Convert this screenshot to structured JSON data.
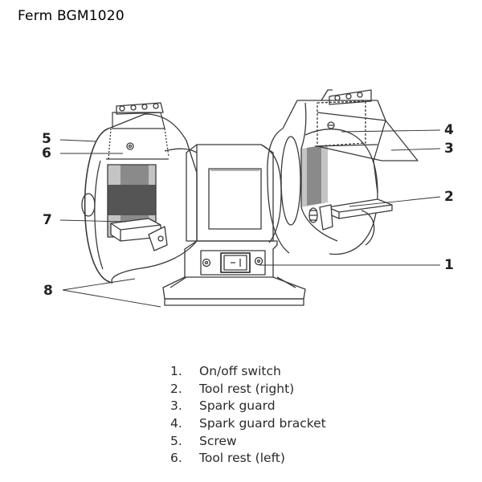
{
  "title": "Ferm BGM1020",
  "callouts": [
    "1",
    "2",
    "3",
    "4",
    "5",
    "6",
    "7",
    "8"
  ],
  "legend": [
    {
      "number": "1.",
      "label": "On/off switch"
    },
    {
      "number": "2.",
      "label": "Tool rest (right)"
    },
    {
      "number": "3.",
      "label": "Spark guard"
    },
    {
      "number": "4.",
      "label": "Spark guard bracket"
    },
    {
      "number": "5.",
      "label": "Screw"
    },
    {
      "number": "6.",
      "label": "Tool rest (left)"
    }
  ],
  "colors": {
    "line": "#3a3a3a",
    "wheel_fill": "#8a8a8a",
    "wheel_dark": "#555555",
    "wheel_light": "#c4c4c4"
  }
}
